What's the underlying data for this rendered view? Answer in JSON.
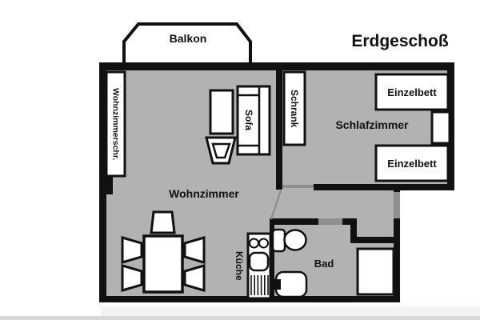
{
  "plan": {
    "title": "Erdgeschoß",
    "rooms": {
      "balkon": "Balkon",
      "wohnzimmer": "Wohnzimmer",
      "schlafzimmer": "Schlafzimmer",
      "kueche": "Küche",
      "bad": "Bad"
    },
    "furniture": {
      "wohnzimmerschrank": "Wohnzimmerschr.",
      "sofa": "Sofa",
      "schrank": "Schrank",
      "bett_oben": "Einzelbett",
      "bett_unten": "Einzelbett"
    }
  },
  "colors": {
    "background": "#ffffff",
    "floor": "#b2b2b2",
    "wall": "#111111",
    "door_opening": "#8f8f8f",
    "fixture_fill": "#ffffff"
  }
}
